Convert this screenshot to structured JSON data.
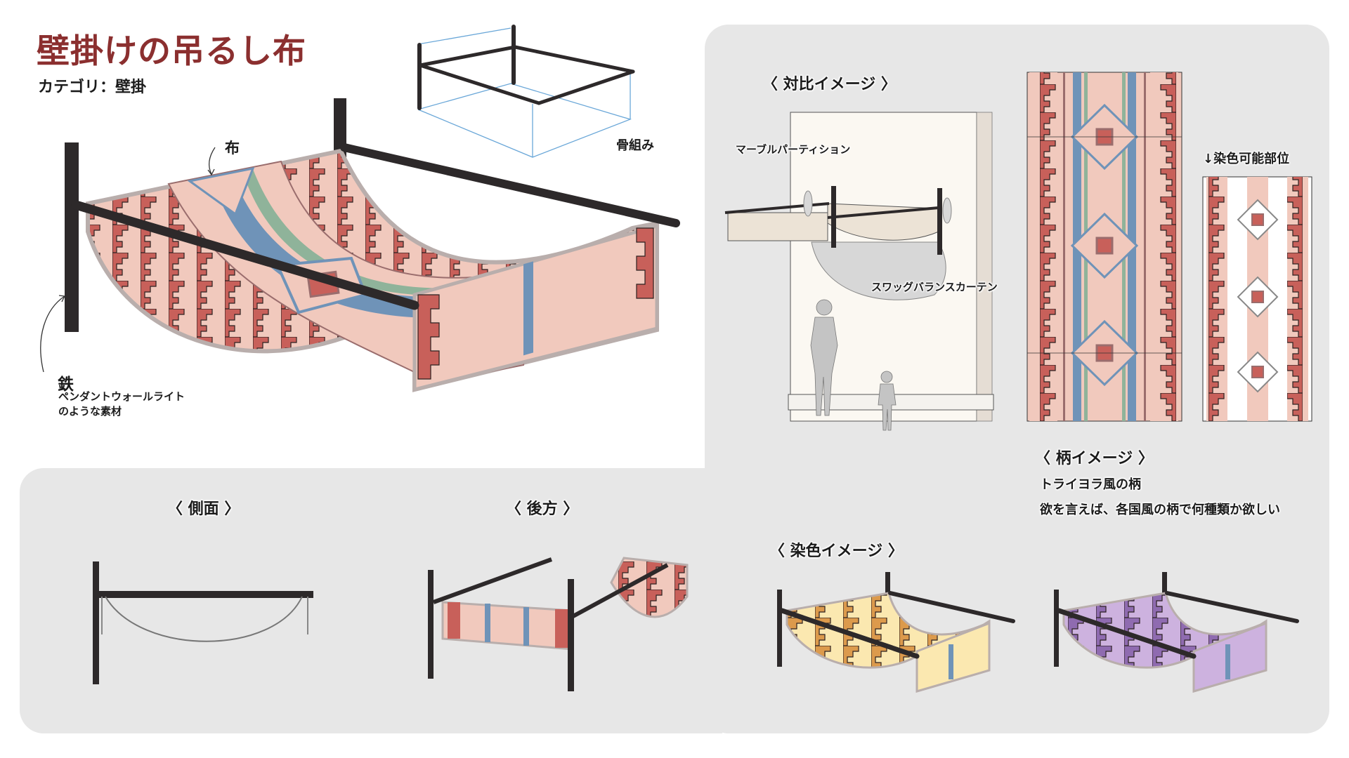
{
  "header": {
    "title": "壁掛けの吊るし布",
    "category": "カテゴリ：壁掛"
  },
  "main_illustration": {
    "fabric_label": "布",
    "frame_label": "骨組み",
    "material_label": "鉄",
    "material_note_line1": "ペンダントウォールライト",
    "material_note_line2": "のような素材"
  },
  "comparison": {
    "heading": "〈 対比イメージ 〉",
    "partition_label": "マーブルパーティション",
    "curtain_label": "スワッグバランスカーテン"
  },
  "pattern": {
    "dyeable_label": "↓染色可能部位",
    "heading": "〈 柄イメージ 〉",
    "line1": "トライヨラ風の柄",
    "line2": "欲を言えば、各国風の柄で何種類か欲しい"
  },
  "views": {
    "side_heading": "〈 側面 〉",
    "back_heading": "〈 後方 〉",
    "dye_heading": "〈 染色イメージ 〉"
  },
  "colors": {
    "title": "#8b2f2f",
    "iron": "#2d292a",
    "fabric_base": "#f1c9bd",
    "fabric_red": "#c8605a",
    "fabric_blue": "#6f93b8",
    "fabric_green": "#8fb39a",
    "fabric_mauve": "#9a6d6d",
    "fabric_edge": "#b9aeac",
    "dye_yellow_base": "#fbe8b0",
    "dye_yellow_accent": "#dc9a4c",
    "dye_purple_base": "#cdb2df",
    "dye_purple_accent": "#8f6bb0",
    "guide_blue": "#6aa7d8",
    "panel_bg": "#e7e7e7"
  }
}
